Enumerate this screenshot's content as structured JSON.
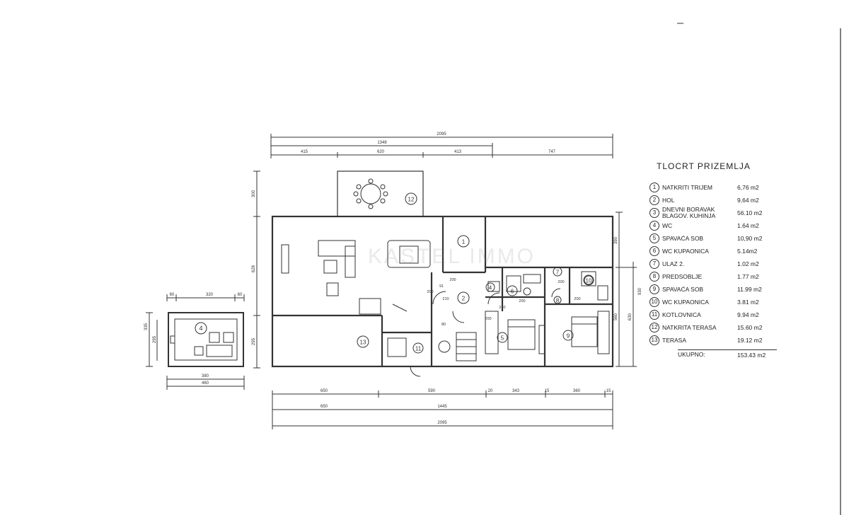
{
  "legend": {
    "title": "TLOCRT PRIZEMLJA",
    "rooms": [
      {
        "n": "1",
        "name": "NATKRITI TRIJEM",
        "area": "6,76 m2"
      },
      {
        "n": "2",
        "name": "HOL",
        "area": "9,64 m2"
      },
      {
        "n": "3",
        "name": "DNEVNI BORAVAK\nBLAGOV. KUHINJA",
        "area": "56.10 m2"
      },
      {
        "n": "4",
        "name": "WC",
        "area": "1.64 m2"
      },
      {
        "n": "5",
        "name": "SPAVAĆA SOB",
        "area": "10,90 m2"
      },
      {
        "n": "6",
        "name": "WC KUPAONICA",
        "area": "5.14m2"
      },
      {
        "n": "7",
        "name": "ULAZ 2.",
        "area": "1.02 m2"
      },
      {
        "n": "8",
        "name": "PREDSOBLJE",
        "area": "1.77 m2"
      },
      {
        "n": "9",
        "name": "SPAVAĆA SOB",
        "area": "11.99 m2"
      },
      {
        "n": "10",
        "name": "WC KUPAONICA",
        "area": "3.81 m2"
      },
      {
        "n": "11",
        "name": "KOTLOVNICA",
        "area": "9.94 m2"
      },
      {
        "n": "12",
        "name": "NATKRITA TERASA",
        "area": "15.60 m2"
      },
      {
        "n": "13",
        "name": "TERASA",
        "area": "19.12 m2"
      }
    ],
    "total_label": "UKUPNO:",
    "total_area": "153.43 m2"
  },
  "dims": {
    "top_total": "2095",
    "top_mid": "1348",
    "top_parts": [
      "415",
      "620",
      "413",
      "747"
    ],
    "bottom_parts": [
      "650",
      "590",
      "20",
      "343",
      "15",
      "360",
      "15"
    ],
    "bottom_mid_a": "650",
    "bottom_mid_b": "1445",
    "bottom_total": "2095",
    "left_parts": [
      "300",
      "628",
      "295"
    ],
    "right_parts": [
      "390",
      "560",
      "930"
    ],
    "right_a": "630",
    "shed_top": [
      "60",
      "320",
      "60"
    ],
    "shed_bottom": [
      "380",
      "460"
    ],
    "shed_left": [
      "335",
      "295"
    ],
    "inner_labels": [
      "91",
      "200",
      "200",
      "200",
      "200",
      "200",
      "210",
      "80",
      "200",
      "210"
    ]
  },
  "room_labels": [
    "1",
    "2",
    "4",
    "5",
    "6",
    "7",
    "8",
    "9",
    "10",
    "11",
    "12",
    "13"
  ],
  "shed_label": "4",
  "watermark": "KASTEL IMMO",
  "corner_mark": "—"
}
